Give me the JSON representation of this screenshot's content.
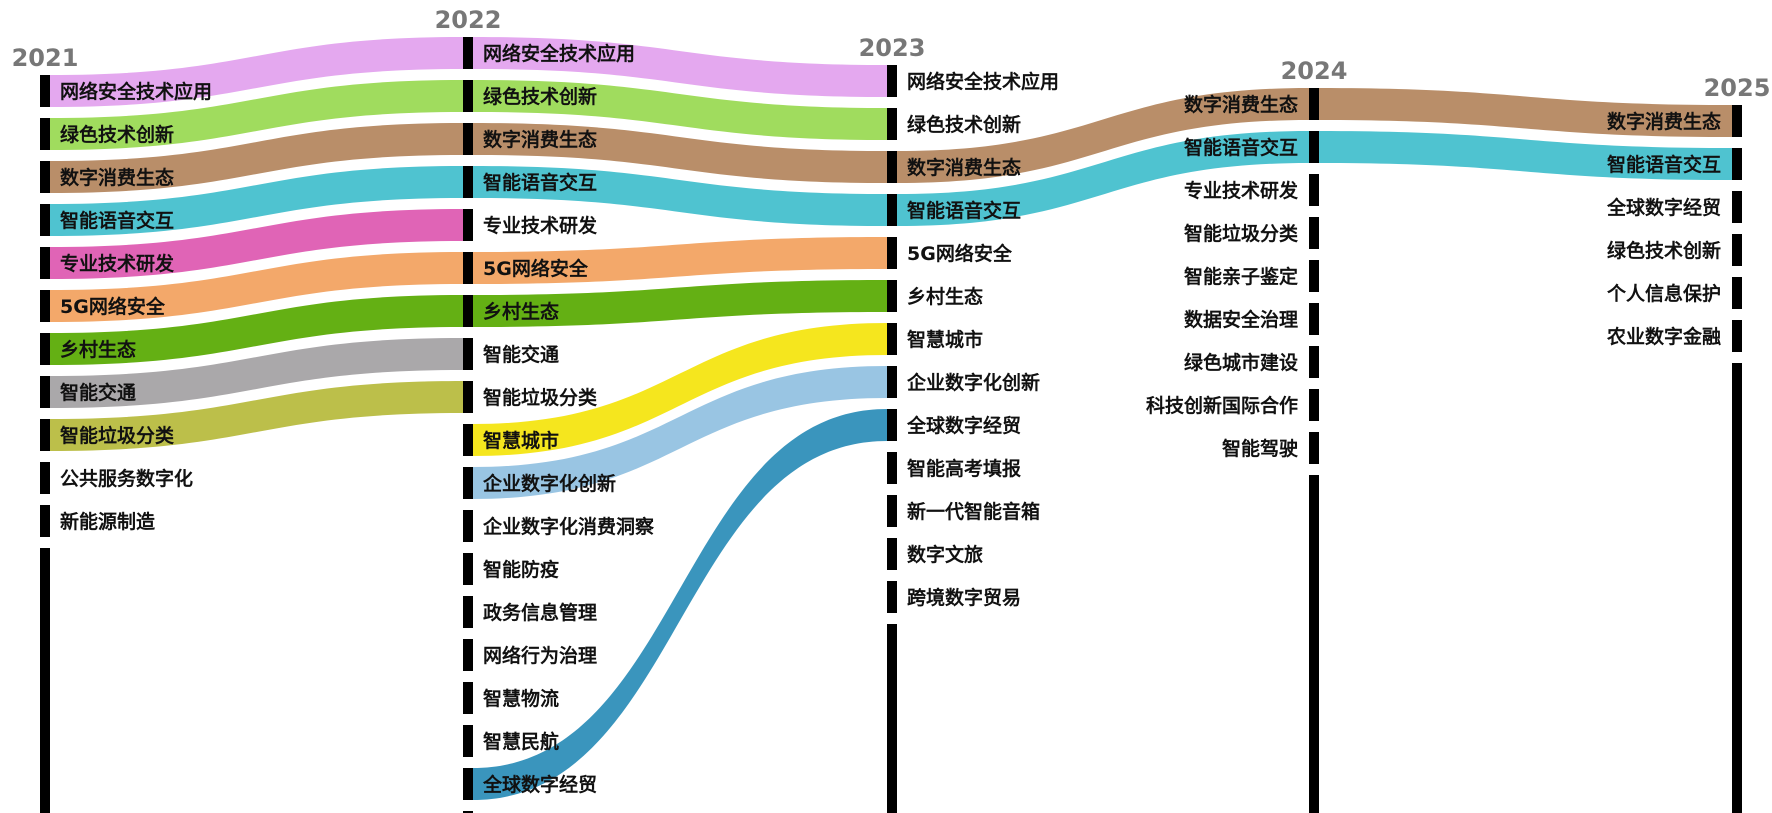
{
  "chart_data": {
    "type": "sankey",
    "columns": [
      {
        "year": "2021",
        "label_side": "right",
        "nodes": [
          "网络安全技术应用",
          "绿色技术创新",
          "数字消费生态",
          "智能语音交互",
          "专业技术研发",
          "5G网络安全",
          "乡村生态",
          "智能交通",
          "智能垃圾分类",
          "公共服务数字化",
          "新能源制造"
        ]
      },
      {
        "year": "2022",
        "label_side": "right",
        "nodes": [
          "网络安全技术应用",
          "绿色技术创新",
          "数字消费生态",
          "智能语音交互",
          "专业技术研发",
          "5G网络安全",
          "乡村生态",
          "智能交通",
          "智能垃圾分类",
          "智慧城市",
          "企业数字化创新",
          "企业数字化消费洞察",
          "智能防疫",
          "政务信息管理",
          "网络行为治理",
          "智慧物流",
          "智慧民航",
          "全球数字经贸"
        ]
      },
      {
        "year": "2023",
        "label_side": "right",
        "nodes": [
          "网络安全技术应用",
          "绿色技术创新",
          "数字消费生态",
          "智能语音交互",
          "5G网络安全",
          "乡村生态",
          "智慧城市",
          "企业数字化创新",
          "全球数字经贸",
          "智能高考填报",
          "新一代智能音箱",
          "数字文旅",
          "跨境数字贸易"
        ]
      },
      {
        "year": "2024",
        "label_side": "left",
        "nodes": [
          "数字消费生态",
          "智能语音交互",
          "专业技术研发",
          "智能垃圾分类",
          "智能亲子鉴定",
          "数据安全治理",
          "绿色城市建设",
          "科技创新国际合作",
          "智能驾驶"
        ]
      },
      {
        "year": "2025",
        "label_side": "left",
        "nodes": [
          "数字消费生态",
          "智能语音交互",
          "全球数字经贸",
          "绿色技术创新",
          "个人信息保护",
          "农业数字金融"
        ]
      }
    ],
    "links": [
      {
        "from_col": 0,
        "from": 0,
        "to": 0,
        "color": "#e4a8ef"
      },
      {
        "from_col": 0,
        "from": 1,
        "to": 1,
        "color": "#a0dc5e"
      },
      {
        "from_col": 0,
        "from": 2,
        "to": 2,
        "color": "#b98e69"
      },
      {
        "from_col": 0,
        "from": 3,
        "to": 3,
        "color": "#4fc3d0"
      },
      {
        "from_col": 0,
        "from": 4,
        "to": 4,
        "color": "#e064b6"
      },
      {
        "from_col": 0,
        "from": 5,
        "to": 5,
        "color": "#f3a86a"
      },
      {
        "from_col": 0,
        "from": 6,
        "to": 6,
        "color": "#64b014"
      },
      {
        "from_col": 0,
        "from": 7,
        "to": 7,
        "color": "#aaa8aa"
      },
      {
        "from_col": 0,
        "from": 8,
        "to": 8,
        "color": "#bcbf4a"
      },
      {
        "from_col": 1,
        "from": 0,
        "to": 0,
        "color": "#e4a8ef"
      },
      {
        "from_col": 1,
        "from": 1,
        "to": 1,
        "color": "#a0dc5e"
      },
      {
        "from_col": 1,
        "from": 2,
        "to": 2,
        "color": "#b98e69"
      },
      {
        "from_col": 1,
        "from": 3,
        "to": 3,
        "color": "#4fc3d0"
      },
      {
        "from_col": 1,
        "from": 5,
        "to": 4,
        "color": "#f3a86a"
      },
      {
        "from_col": 1,
        "from": 6,
        "to": 5,
        "color": "#64b014"
      },
      {
        "from_col": 1,
        "from": 9,
        "to": 6,
        "color": "#f5e61e"
      },
      {
        "from_col": 1,
        "from": 10,
        "to": 7,
        "color": "#99c5e3"
      },
      {
        "from_col": 1,
        "from": 17,
        "to": 8,
        "color": "#3a95bd"
      },
      {
        "from_col": 2,
        "from": 2,
        "to": 0,
        "color": "#b98e69"
      },
      {
        "from_col": 2,
        "from": 3,
        "to": 1,
        "color": "#4fc3d0"
      },
      {
        "from_col": 3,
        "from": 0,
        "to": 0,
        "color": "#b98e69"
      },
      {
        "from_col": 3,
        "from": 1,
        "to": 1,
        "color": "#4fc3d0"
      }
    ]
  }
}
